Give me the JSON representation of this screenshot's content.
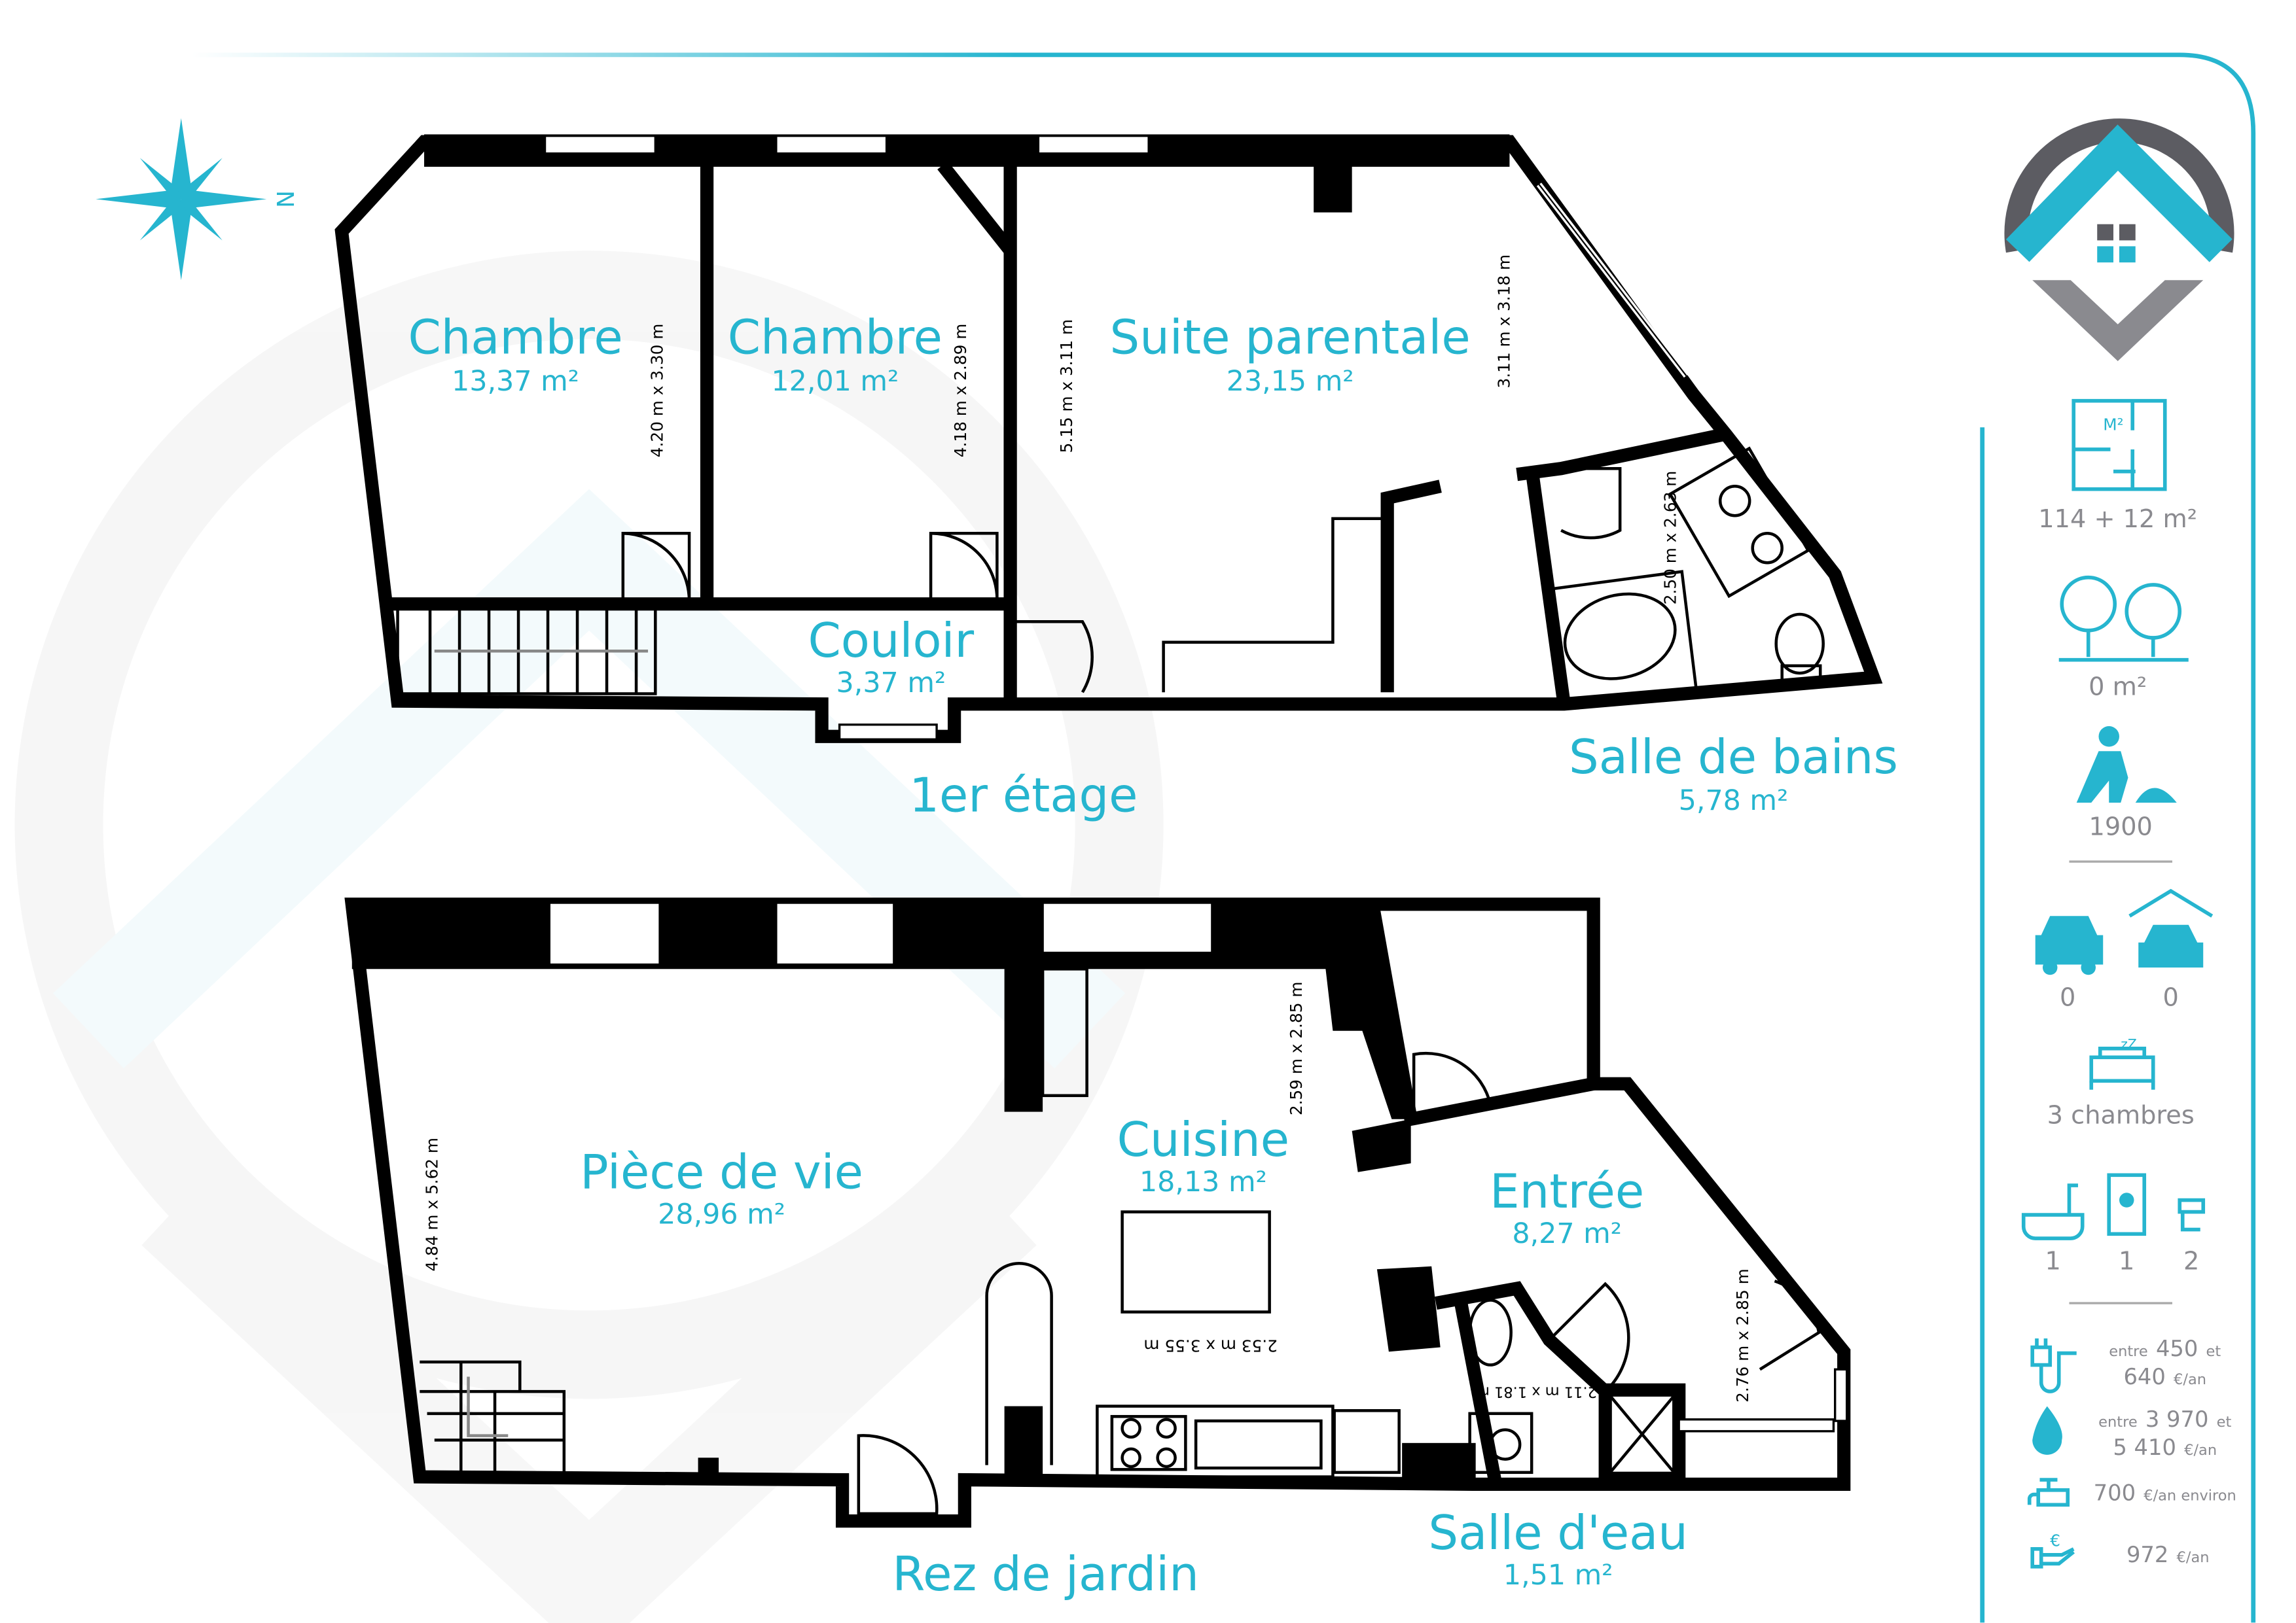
{
  "colors": {
    "accent": "#26b5cf",
    "wall": "#000000",
    "text_grey": "#8a8a8f",
    "logo_grey": "#5c5c62"
  },
  "compass": {
    "north_label": "N"
  },
  "upper_floor": {
    "label": "1er étage",
    "rooms": [
      {
        "name": "Chambre",
        "area": "13,37 m²",
        "dims": "4.20 m x 3.30 m"
      },
      {
        "name": "Chambre",
        "area": "12,01 m²",
        "dims": "4.18 m x 2.89 m"
      },
      {
        "name": "Suite parentale",
        "area": "23,15 m²",
        "dims": "5.15 m x 3.11 m",
        "dims2": "3.11 m x 3.18 m"
      },
      {
        "name": "Couloir",
        "area": "3,37 m²"
      },
      {
        "name": "Salle de bains",
        "area": "5,78 m²",
        "dims": "2.50 m x 2.63 m"
      }
    ]
  },
  "lower_floor": {
    "label": "Rez de jardin",
    "rooms": [
      {
        "name": "Pièce de vie",
        "area": "28,96 m²",
        "dims": "4.84 m x 5.62 m"
      },
      {
        "name": "Cuisine",
        "area": "18,13 m²",
        "dims": "2.59 m x 2.85 m",
        "dims2": "2.53 m x 3.55 m"
      },
      {
        "name": "Entrée",
        "area": "8,27 m²",
        "dims": "2.76 m x 2.85 m"
      },
      {
        "name": "Salle d'eau",
        "area": "1,51 m²",
        "dims": "2.11 m x 1.81 m"
      }
    ]
  },
  "sidebar": {
    "surface": "114 + 12 m²",
    "garden": "0 m²",
    "year": "1900",
    "parking_outdoor": "0",
    "parking_garage": "0",
    "bedrooms": "3 chambres",
    "bathtubs": "1",
    "showers": "1",
    "toilets": "2",
    "energy": [
      {
        "icon": "plug-icon",
        "prefix": "entre",
        "v1": "450",
        "mid": "et",
        "v2": "640",
        "unit": "€/an"
      },
      {
        "icon": "flame-icon",
        "prefix": "entre",
        "v1": "3 970",
        "mid": "et",
        "v2": "5 410",
        "unit": "€/an"
      },
      {
        "icon": "tap-icon",
        "v1": "700",
        "unit": "€/an environ"
      },
      {
        "icon": "hand-euro-icon",
        "v1": "972",
        "unit": "€/an"
      }
    ]
  }
}
